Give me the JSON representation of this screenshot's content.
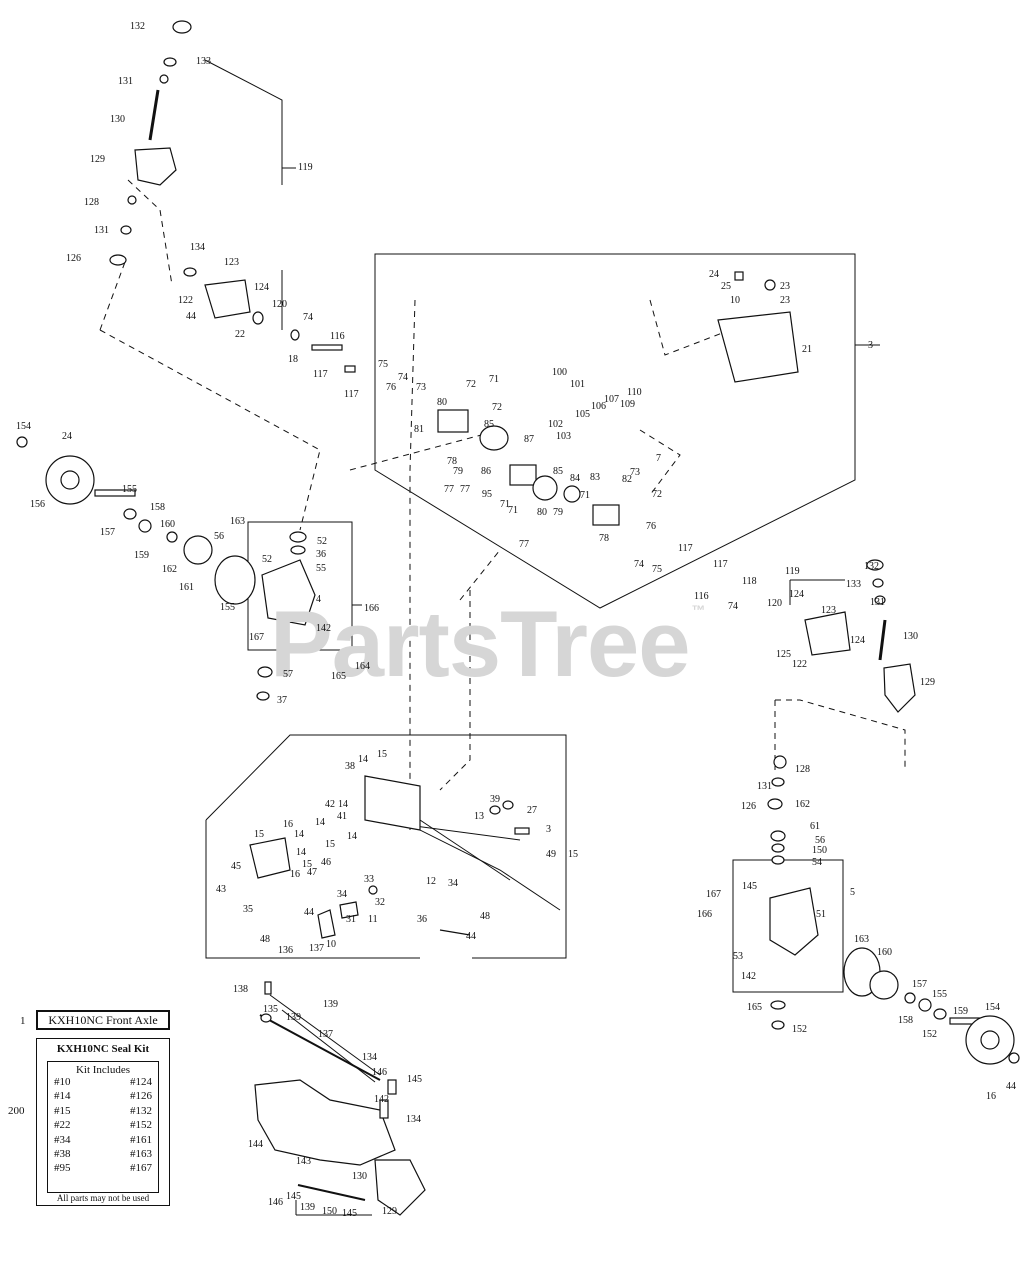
{
  "watermark": "PartsTree",
  "watermark_tm": "™",
  "legend": {
    "ref_title": "1",
    "title": "KXH10NC Front Axle",
    "ref_kit": "200",
    "kit_title": "KXH10NC Seal Kit",
    "kit_subtitle": "Kit Includes",
    "kit_rows": [
      [
        "#10",
        "#124"
      ],
      [
        "#14",
        "#126"
      ],
      [
        "#15",
        "#132"
      ],
      [
        "#22",
        "#152"
      ],
      [
        "#34",
        "#161"
      ],
      [
        "#38",
        "#163"
      ],
      [
        "#95",
        "#167"
      ]
    ],
    "kit_note": "All parts may not be used"
  },
  "callouts": [
    "132",
    "133",
    "131",
    "130",
    "129",
    "119",
    "128",
    "131",
    "126",
    "134",
    "123",
    "124",
    "120",
    "122",
    "44",
    "22",
    "18",
    "74",
    "116",
    "117",
    "117",
    "75",
    "74",
    "76",
    "73",
    "72",
    "71",
    "72",
    "80",
    "81",
    "85",
    "78",
    "79",
    "86",
    "77",
    "77",
    "95",
    "71",
    "24",
    "25",
    "10",
    "23",
    "23",
    "21",
    "3",
    "100",
    "101",
    "102",
    "103",
    "87",
    "105",
    "106",
    "107",
    "109",
    "110",
    "71",
    "85",
    "84",
    "83",
    "71",
    "80",
    "79",
    "7",
    "73",
    "72",
    "82",
    "77",
    "78",
    "76",
    "74",
    "75",
    "117",
    "116",
    "117",
    "74",
    "118",
    "119",
    "120",
    "124",
    "123",
    "125",
    "122",
    "124",
    "133",
    "132",
    "131",
    "130",
    "129",
    "128",
    "131",
    "126",
    "162",
    "61",
    "56",
    "150",
    "54",
    "145",
    "5",
    "167",
    "166",
    "51",
    "53",
    "142",
    "163",
    "160",
    "157",
    "155",
    "159",
    "154",
    "158",
    "152",
    "44",
    "16",
    "165",
    "152",
    "154",
    "24",
    "156",
    "155",
    "157",
    "158",
    "159",
    "160",
    "162",
    "161",
    "163",
    "56",
    "155",
    "52",
    "36",
    "52",
    "55",
    "4",
    "142",
    "166",
    "167",
    "164",
    "165",
    "57",
    "37",
    "38",
    "14",
    "15",
    "14",
    "42",
    "41",
    "39",
    "27",
    "13",
    "3",
    "49",
    "15",
    "15",
    "16",
    "14",
    "14",
    "14",
    "15",
    "14",
    "15",
    "16",
    "47",
    "46",
    "45",
    "43",
    "35",
    "33",
    "32",
    "34",
    "31",
    "11",
    "10",
    "12",
    "34",
    "36",
    "48",
    "44",
    "44",
    "48",
    "136",
    "137",
    "138",
    "135",
    "139",
    "139",
    "137",
    "134",
    "146",
    "145",
    "142",
    "134",
    "144",
    "146",
    "143",
    "130",
    "129",
    "145",
    "139",
    "150",
    "145"
  ]
}
